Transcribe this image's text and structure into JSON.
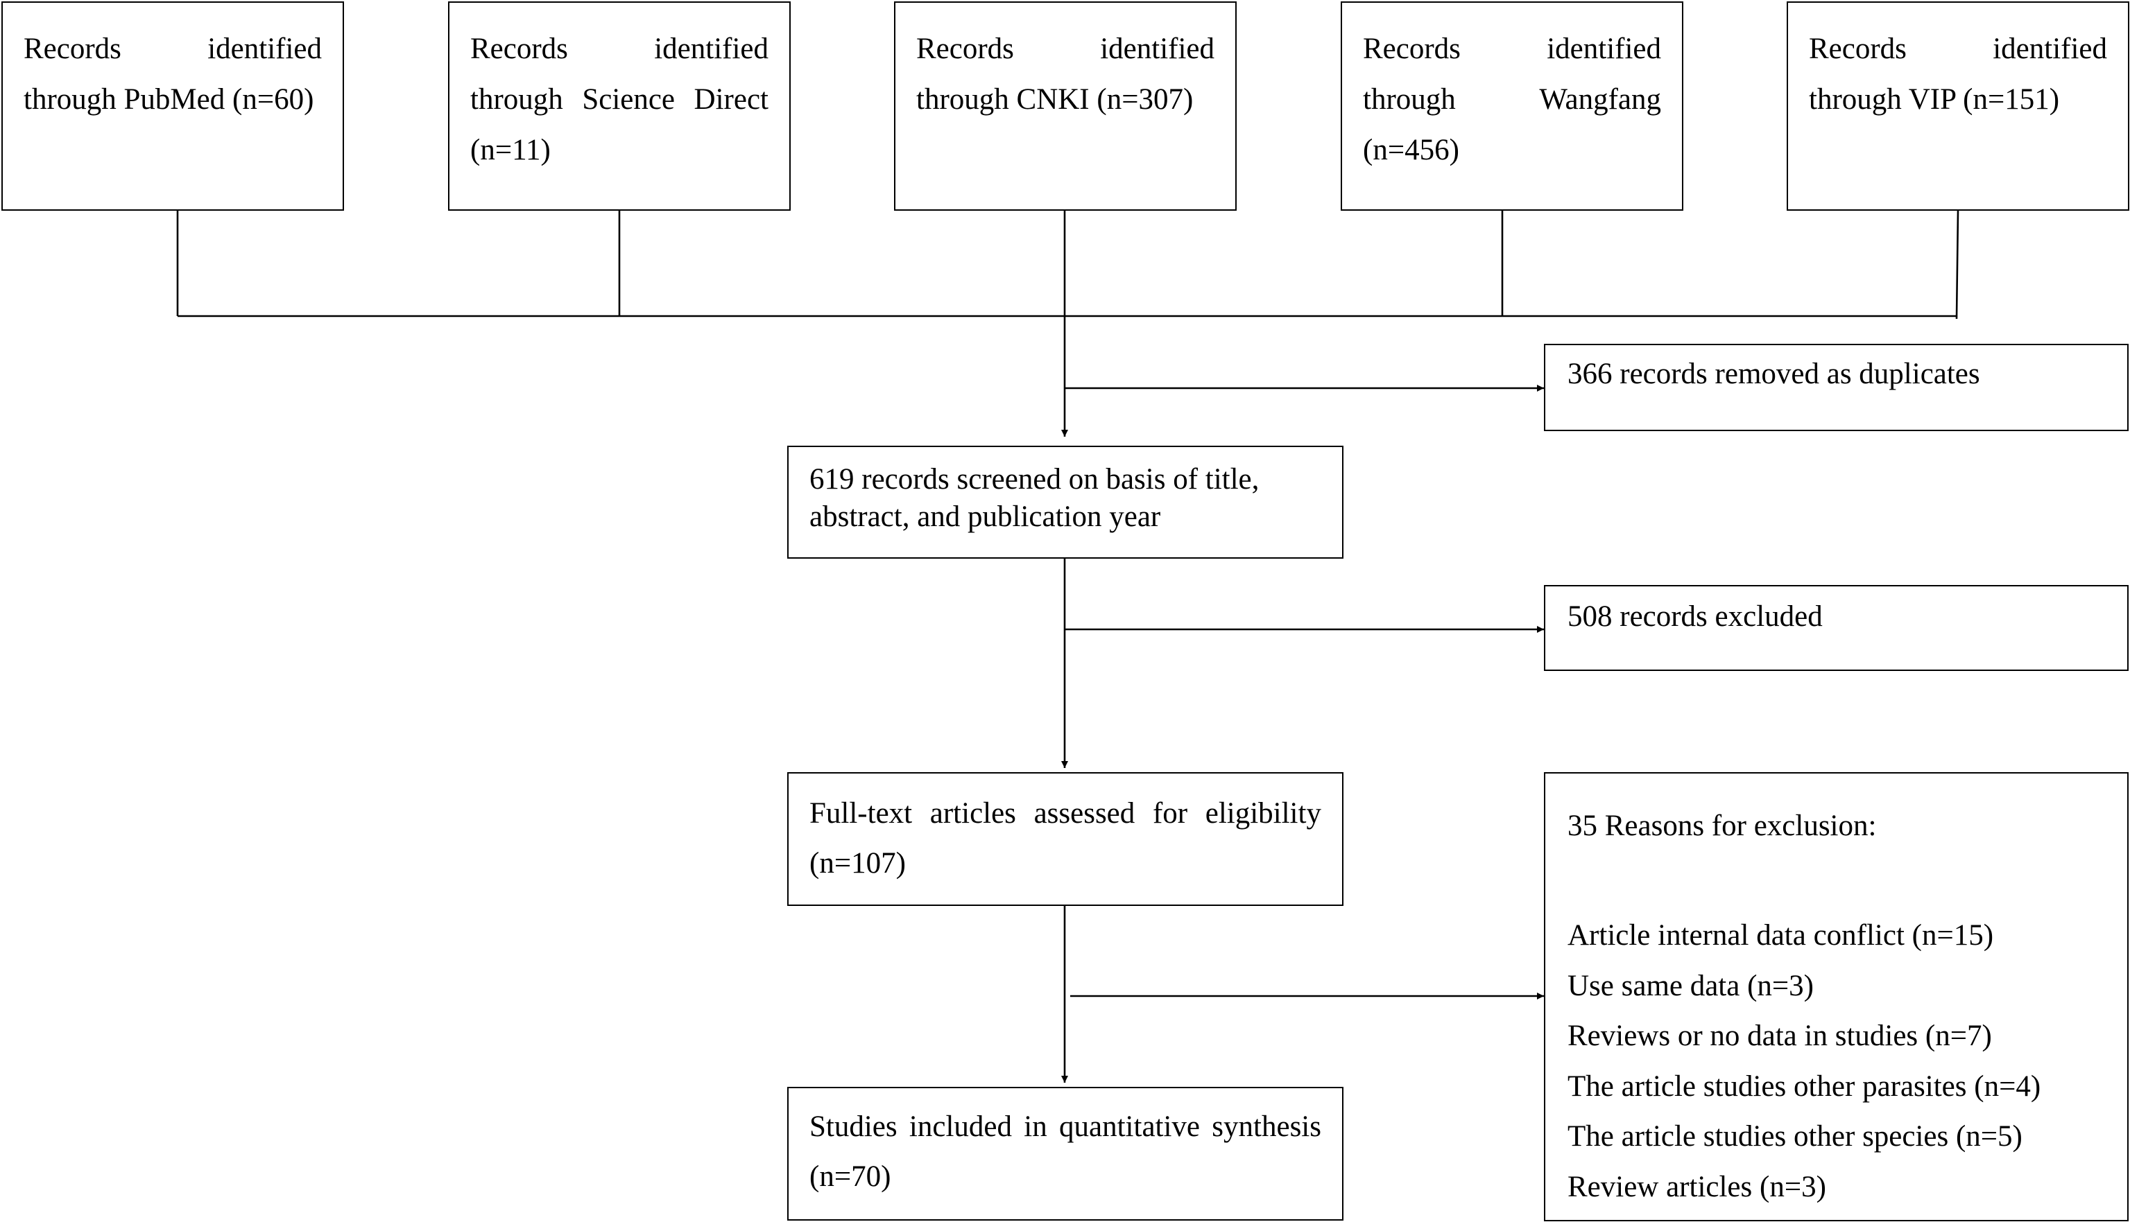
{
  "sources": [
    {
      "id": "pubmed",
      "l1": [
        "Records",
        "identified"
      ],
      "l2": "through PubMed (n=60)",
      "l3": ""
    },
    {
      "id": "science",
      "l1": [
        "Records",
        "identified"
      ],
      "l2": [
        "through",
        "Science",
        "Direct"
      ],
      "l3": "(n=11)"
    },
    {
      "id": "cnki",
      "l1": [
        "Records",
        "identified"
      ],
      "l2": "through CNKI  (n=307)",
      "l3": ""
    },
    {
      "id": "wangfang",
      "l1": [
        "Records",
        "identified"
      ],
      "l2": [
        "through",
        "Wangfang"
      ],
      "l3": "(n=456)"
    },
    {
      "id": "vip",
      "l1": [
        "Records",
        "identified"
      ],
      "l2": "through VIP (n=151)",
      "l3": ""
    }
  ],
  "duplicates": "366 records removed as duplicates",
  "screened": {
    "line1": "619 records screened on basis of title,",
    "line2": "abstract, and publication year"
  },
  "excluded": "508 records excluded",
  "fulltext": {
    "line1": [
      "Full-text",
      "articles",
      "assessed",
      "for",
      "eligibility"
    ],
    "line2": "(n=107)"
  },
  "reasons": {
    "title": "35 Reasons for exclusion:",
    "items": [
      "Article internal data conflict (n=15)",
      "Use same data (n=3)",
      "Reviews or no data in studies  (n=7)",
      "The article studies other parasites (n=4)",
      "The article studies other species (n=5)",
      "Review articles (n=3)"
    ]
  },
  "included": {
    "line1": [
      "Studies",
      "included",
      "in",
      "quantitative",
      "synthesis"
    ],
    "line2": "(n=70)"
  }
}
